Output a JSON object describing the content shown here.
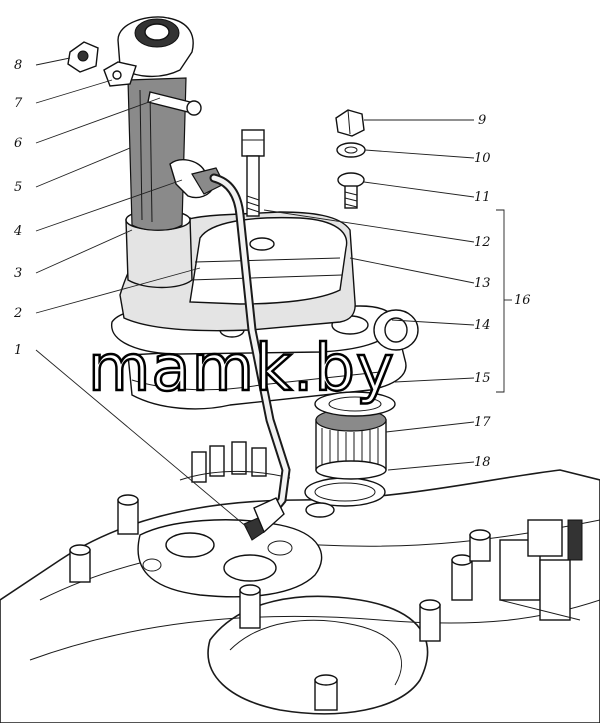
{
  "callouts": [
    {
      "id": "1",
      "label": "1"
    },
    {
      "id": "2",
      "label": "2"
    },
    {
      "id": "3",
      "label": "3"
    },
    {
      "id": "4",
      "label": "4"
    },
    {
      "id": "5",
      "label": "5"
    },
    {
      "id": "6",
      "label": "6"
    },
    {
      "id": "7",
      "label": "7"
    },
    {
      "id": "8",
      "label": "8"
    },
    {
      "id": "9",
      "label": "9"
    },
    {
      "id": "10",
      "label": "10"
    },
    {
      "id": "11",
      "label": "11"
    },
    {
      "id": "12",
      "label": "12"
    },
    {
      "id": "13",
      "label": "13"
    },
    {
      "id": "14",
      "label": "14"
    },
    {
      "id": "15",
      "label": "15"
    },
    {
      "id": "16",
      "label": "16"
    },
    {
      "id": "17",
      "label": "17"
    },
    {
      "id": "18",
      "label": "18"
    }
  ],
  "watermark": "mamk.by"
}
